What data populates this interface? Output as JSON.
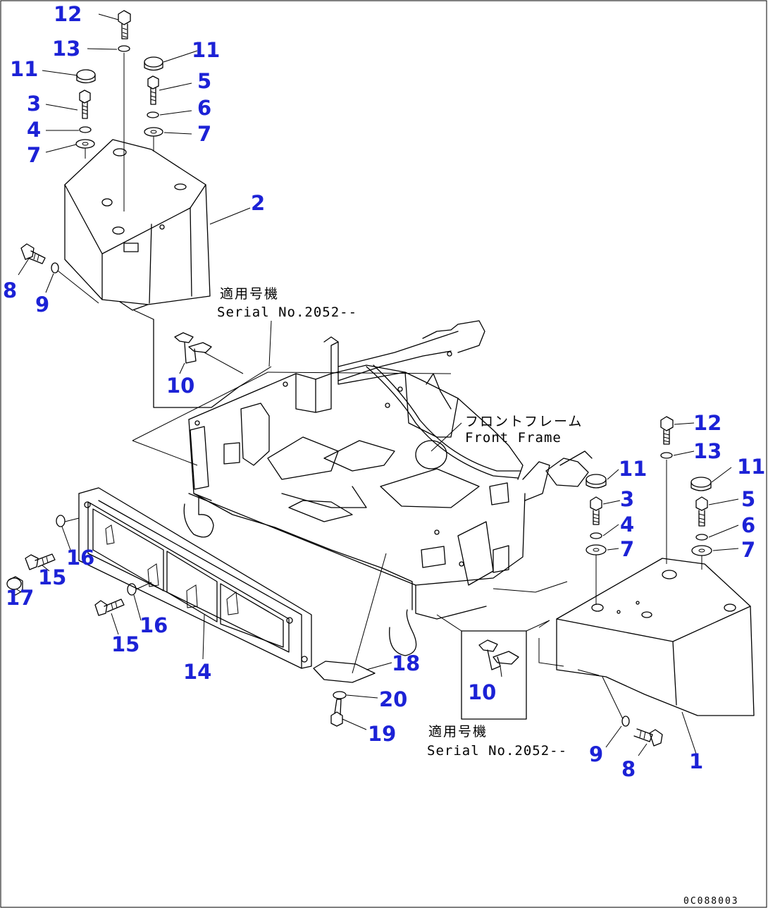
{
  "callouts": {
    "c1": "1",
    "c2": "2",
    "c3a": "3",
    "c3b": "3",
    "c4a": "4",
    "c4b": "4",
    "c5a": "5",
    "c5b": "5",
    "c6a": "6",
    "c6b": "6",
    "c7a": "7",
    "c7b": "7",
    "c7c": "7",
    "c7d": "7",
    "c8a": "8",
    "c8b": "8",
    "c9a": "9",
    "c9b": "9",
    "c10a": "10",
    "c10b": "10",
    "c11a": "11",
    "c11b": "11",
    "c11c": "11",
    "c11d": "11",
    "c12a": "12",
    "c12b": "12",
    "c13a": "13",
    "c13b": "13",
    "c14": "14",
    "c15a": "15",
    "c15b": "15",
    "c16a": "16",
    "c16b": "16",
    "c17": "17",
    "c18": "18",
    "c19": "19",
    "c20": "20"
  },
  "notes": {
    "serial_jp_top": "適用号機",
    "serial_en_top": "Serial No.2052--",
    "serial_jp_bottom": "適用号機",
    "serial_en_bottom": "Serial No.2052--",
    "frame_jp": "フロントフレーム",
    "frame_en": "Front Frame"
  },
  "drawing_number": "0C088003"
}
